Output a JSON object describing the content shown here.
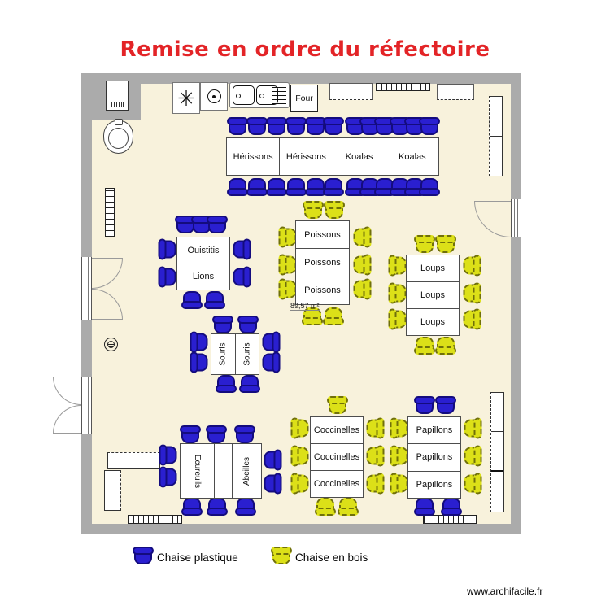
{
  "title": "Remise en ordre du réfectoire",
  "plan": {
    "area_label": "89,57 m²",
    "oven_label": "Four",
    "tables": {
      "top_row": [
        "Hérissons",
        "Hérissons",
        "Koalas",
        "Koalas"
      ],
      "left_pair": [
        "Ouistitis",
        "Lions"
      ],
      "poissons": [
        "Poissons",
        "Poissons",
        "Poissons"
      ],
      "loups": [
        "Loups",
        "Loups",
        "Loups"
      ],
      "souris": [
        "Souris",
        "Souris"
      ],
      "bottom_left": [
        "Ecureuils",
        "",
        "Abeilles"
      ],
      "coccinelles": [
        "Coccinelles",
        "Coccinelles",
        "Coccinelles"
      ],
      "papillons": [
        "Papillons",
        "Papillons",
        "Papillons"
      ]
    }
  },
  "legend": {
    "plastic_label": "Chaise plastique",
    "wood_label": "Chaise en bois"
  },
  "footer": {
    "website": "www.archifacile.fr"
  },
  "colors": {
    "chair_plastic": "#2a1fd0",
    "chair_wood": "#dce018",
    "wall": "#ababab",
    "floor": "#f8f2dc",
    "title": "#e32427"
  }
}
